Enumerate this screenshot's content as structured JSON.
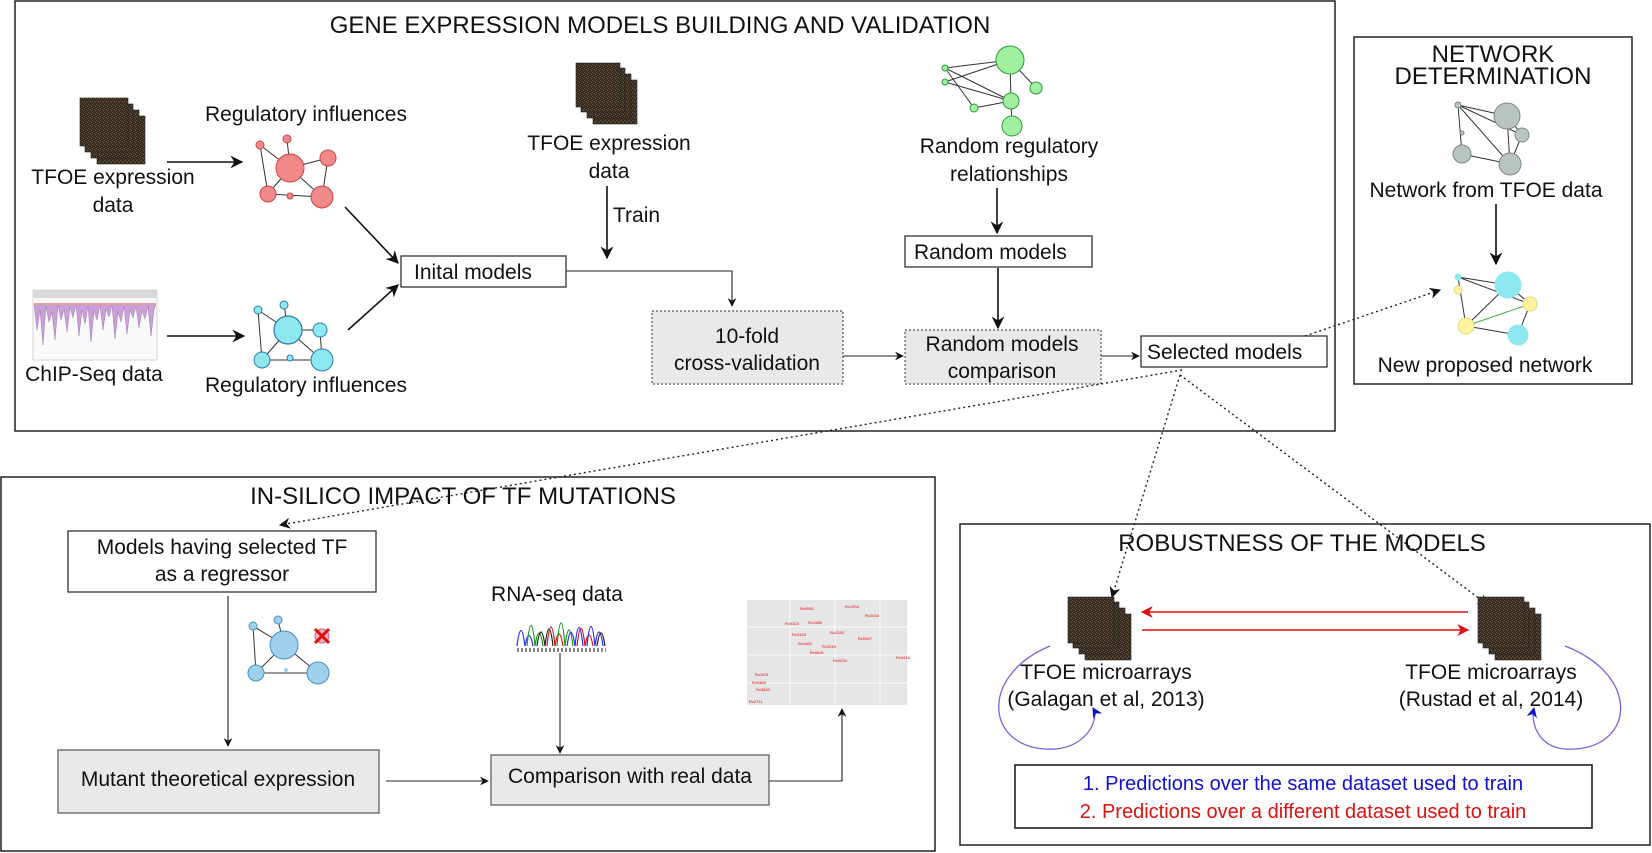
{
  "panels": {
    "gene_expression": {
      "title": "GENE EXPRESSION MODELS BUILDING AND VALIDATION",
      "tfoe_left_line1": "TFOE expression",
      "tfoe_left_line2": "data",
      "reg_influences_top": "Regulatory influences",
      "chipseq": "ChIP-Seq data",
      "reg_influences_bottom": "Regulatory influences",
      "initial_models": "Inital models",
      "tfoe_mid_line1": "TFOE expression",
      "tfoe_mid_line2": "data",
      "train": "Train",
      "cv_line1": "10-fold",
      "cv_line2": "cross-validation",
      "random_rel_line1": "Random regulatory",
      "random_rel_line2": "relationships",
      "random_models": "Random models",
      "comparison_line1": "Random models",
      "comparison_line2": "comparison",
      "selected_models": "Selected models"
    },
    "network": {
      "title_line1": "NETWORK",
      "title_line2": "DETERMINATION",
      "network_from_tfoe": "Network from TFOE data",
      "new_network": "New proposed network"
    },
    "insilico": {
      "title": "IN-SILICO IMPACT OF TF MUTATIONS",
      "models_line1": "Models having selected TF",
      "models_line2": "as a regressor",
      "rnaseq": "RNA-seq data",
      "mutant": "Mutant theoretical expression",
      "comparison": "Comparison with real data"
    },
    "robustness": {
      "title": "ROBUSTNESS OF THE MODELS",
      "left_line1": "TFOE microarrays",
      "left_line2": "(Galagan et al, 2013)",
      "right_line1": "TFOE microarrays",
      "right_line2": "(Rustad et al, 2014)",
      "legend1": "1. Predictions over the same dataset used to train",
      "legend2": "2. Predictions over a different dataset used to train"
    }
  },
  "colors": {
    "red_nodes": "#f08a8a",
    "cyan_nodes": "#8ee8f0",
    "green_nodes": "#a0f0a0",
    "gray_nodes": "#b8c4c0",
    "yellow_nodes": "#fff3a0",
    "blue_nodes": "#9fd0ec",
    "legend_blue": "#1010d0",
    "legend_red": "#e01010",
    "loop_blue": "#6a6ae0",
    "heatmap_dark": "#3a2a20"
  }
}
